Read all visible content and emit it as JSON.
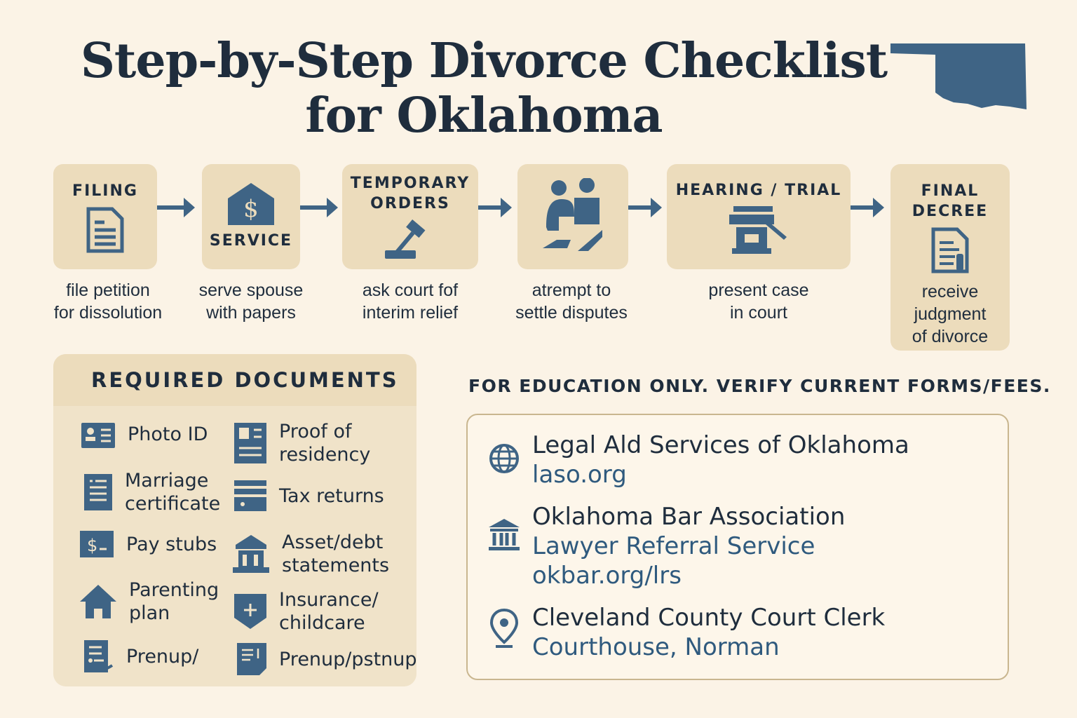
{
  "title": "Step-by-Step Divorce Checklist for Oklahoma",
  "colors": {
    "background": "#fbf3e6",
    "card": "#ecdcbc",
    "navy": "#1f2d3d",
    "accent": "#3f6485"
  },
  "steps": [
    {
      "label": "FILING",
      "icon": "document-icon",
      "desc1": "file petition",
      "desc2": "for dissolution"
    },
    {
      "label": "SERVICE",
      "icon": "house-dollar-icon",
      "desc1": "serve spouse",
      "desc2": "with papers"
    },
    {
      "label1": "TEMPORARY",
      "label2": "ORDERS",
      "icon": "gavel-icon",
      "desc1": "ask court fof",
      "desc2": "interim relief"
    },
    {
      "label": "",
      "icon": "mediation-people-icon",
      "desc1": "atrempt to",
      "desc2": "settle disputes"
    },
    {
      "label": "HEARING / TRIAL",
      "icon": "courtroom-gavel-icon",
      "desc1": "present case",
      "desc2": "in court"
    },
    {
      "label1": "FINAL",
      "label2": "DECREE",
      "icon": "decree-document-icon",
      "desc1": "receive",
      "desc2": "judgment",
      "desc3": "of divorce"
    }
  ],
  "documents": {
    "heading": "REQUIRED DOCUMENTS",
    "items": [
      {
        "l1": "Photo ID",
        "icon": "id-card-icon"
      },
      {
        "l1": "Proof of",
        "l2": "residency",
        "icon": "profile-document-icon"
      },
      {
        "l1": "Marriage",
        "l2": "certificate",
        "icon": "certificate-icon"
      },
      {
        "l1": "Tax returns",
        "icon": "tax-form-icon"
      },
      {
        "l1": "Pay stubs",
        "icon": "dollar-stub-icon"
      },
      {
        "l1": "Asset/debt",
        "l2": "statements",
        "icon": "bank-icon"
      },
      {
        "l1": "Parenting",
        "l2": "plan",
        "icon": "home-icon"
      },
      {
        "l1": "Insurance/",
        "l2": "childcare",
        "icon": "shield-plus-icon"
      },
      {
        "l1": "Prenup/",
        "icon": "signed-document-icon"
      },
      {
        "l1": "Prenup/pstnup",
        "icon": "agreement-document-icon"
      }
    ]
  },
  "note": "FOR EDUCATION ONLY. VERIFY CURRENT FORMS/FEES.",
  "resources": [
    {
      "name": "Legal Ald Services of Oklahoma",
      "link": "laso.org",
      "icon": "globe-icon"
    },
    {
      "name": "Oklahoma Bar Association",
      "name2": "Lawyer Referral Service",
      "link": "okbar.org/lrs",
      "icon": "courthouse-icon"
    },
    {
      "name": "Cleveland County Court Clerk",
      "link": "Courthouse, Norman",
      "icon": "location-pin-icon"
    }
  ]
}
